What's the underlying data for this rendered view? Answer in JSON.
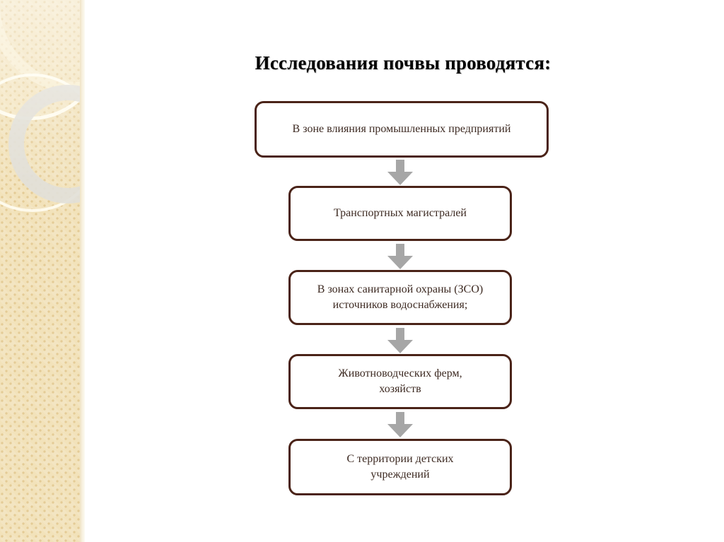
{
  "slide": {
    "title": "Исследования почвы проводятся:",
    "background_color": "#ffffff",
    "box_border_color": "#4a2318",
    "box_fill_color": "#ffffff",
    "arrow_color": "#a6a6a6",
    "sidebar_color": "#f3e5c2",
    "title_color": "#000000",
    "box_text_color": "#3d2a22"
  },
  "sidebar": {
    "decoration": {
      "pattern": "beige-checkered-texture",
      "rings": [
        {
          "name": "cream-ring-upper",
          "color": "#fffcf0"
        },
        {
          "name": "cream-arc-wide",
          "color": "#fcf4dd"
        },
        {
          "name": "gray-ring-lower",
          "color": "#e2e0d8"
        },
        {
          "name": "cream-ring-lower",
          "color": "#fffdf2"
        }
      ]
    }
  },
  "flow": {
    "steps": [
      {
        "id": "step-1",
        "lines": [
          "В зоне влияния промышленных предприятий"
        ],
        "text": "В зоне влияния промышленных предприятий"
      },
      {
        "id": "step-2",
        "lines": [
          "Транспортных магистралей"
        ],
        "text": "Транспортных магистралей"
      },
      {
        "id": "step-3",
        "lines": [
          "В зонах санитарной охраны (ЗСО)",
          "источников водоснабжения;"
        ],
        "line1": "В зонах санитарной охраны (ЗСО)",
        "line2": "источников водоснабжения;"
      },
      {
        "id": "step-4",
        "lines": [
          "Животноводческих ферм,",
          "хозяйств"
        ],
        "line1": "Животноводческих ферм,",
        "line2": "хозяйств"
      },
      {
        "id": "step-5",
        "lines": [
          "С территории детских",
          "учреждений"
        ],
        "line1": "С территории детских",
        "line2": "учреждений"
      }
    ],
    "connectors": [
      {
        "id": "connector-1",
        "icon": "arrow-down-icon"
      },
      {
        "id": "connector-2",
        "icon": "arrow-down-icon"
      },
      {
        "id": "connector-3",
        "icon": "arrow-down-icon"
      },
      {
        "id": "connector-4",
        "icon": "arrow-down-icon"
      }
    ]
  }
}
